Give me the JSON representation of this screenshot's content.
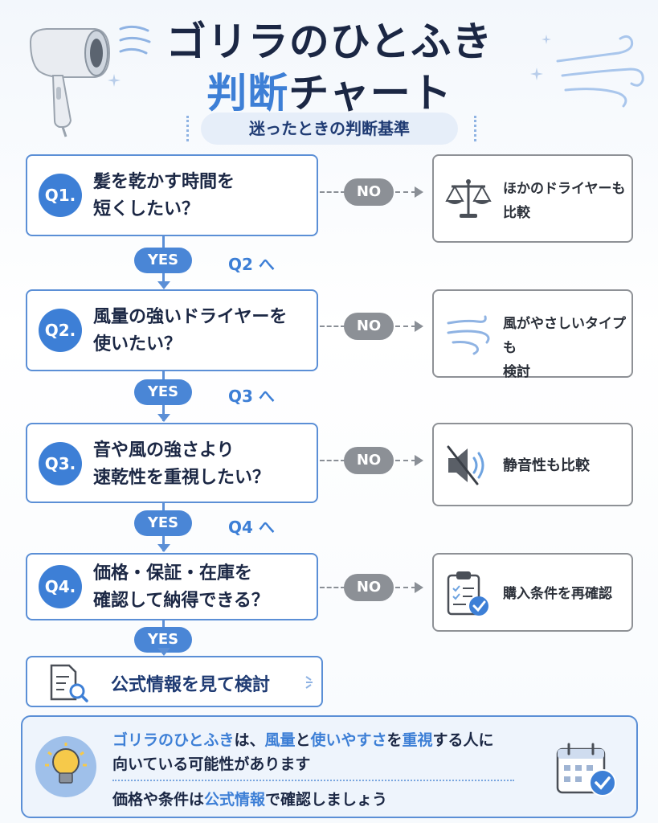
{
  "header": {
    "title_line1": "ゴリラのひとふき",
    "title_line2_accent": "判断",
    "title_line2_rest": "チャート",
    "subtitle": "迷ったときの判断基準"
  },
  "questions": [
    {
      "badge": "Q1.",
      "line1": "髪を乾かす時間を",
      "line2": "短くしたい？",
      "no": "NO",
      "yes": "YES",
      "next": "Q2 へ",
      "answer_line1": "ほかのドライヤーも",
      "answer_line2": "比較",
      "answer_icon": "scale-icon"
    },
    {
      "badge": "Q2.",
      "line1": "風量の強いドライヤーを",
      "line2": "使いたい？",
      "no": "NO",
      "yes": "YES",
      "next": "Q3 へ",
      "answer_line1": "風がやさしいタイプも",
      "answer_line2": "検討",
      "answer_icon": "wind-icon"
    },
    {
      "badge": "Q3.",
      "line1": "音や風の強さより",
      "line2": "速乾性を重視したい？",
      "no": "NO",
      "yes": "YES",
      "next": "Q4 へ",
      "answer_line1": "静音性も比較",
      "answer_line2": "",
      "answer_icon": "mute-speaker-icon"
    },
    {
      "badge": "Q4.",
      "line1": "価格・保証・在庫を",
      "line2": "確認して納得できる？",
      "no": "NO",
      "yes": "YES",
      "next": "",
      "answer_line1": "購入条件を再確認",
      "answer_line2": "",
      "answer_icon": "clipboard-check-icon"
    }
  ],
  "final": {
    "label": "公式情報を見て検討",
    "icon": "document-search-icon"
  },
  "summary": {
    "line1_a": "ゴリラのひとふき",
    "line1_b": "は、",
    "line1_c": "風量",
    "line1_d": "と",
    "line1_e": "使いやすさ",
    "line1_f": "を",
    "line1_g": "重視",
    "line1_h": "する人に",
    "line2": "向いている可能性があります",
    "line3_a": "価格や条件は",
    "line3_b": "公式情報",
    "line3_c": "で確認しましょう",
    "icons": [
      "lightbulb-icon",
      "calendar-check-icon"
    ]
  },
  "colors": {
    "accent": "#3d7fd6",
    "dark": "#1b2744",
    "gray": "#8c9096",
    "panel": "#eef4fc"
  }
}
